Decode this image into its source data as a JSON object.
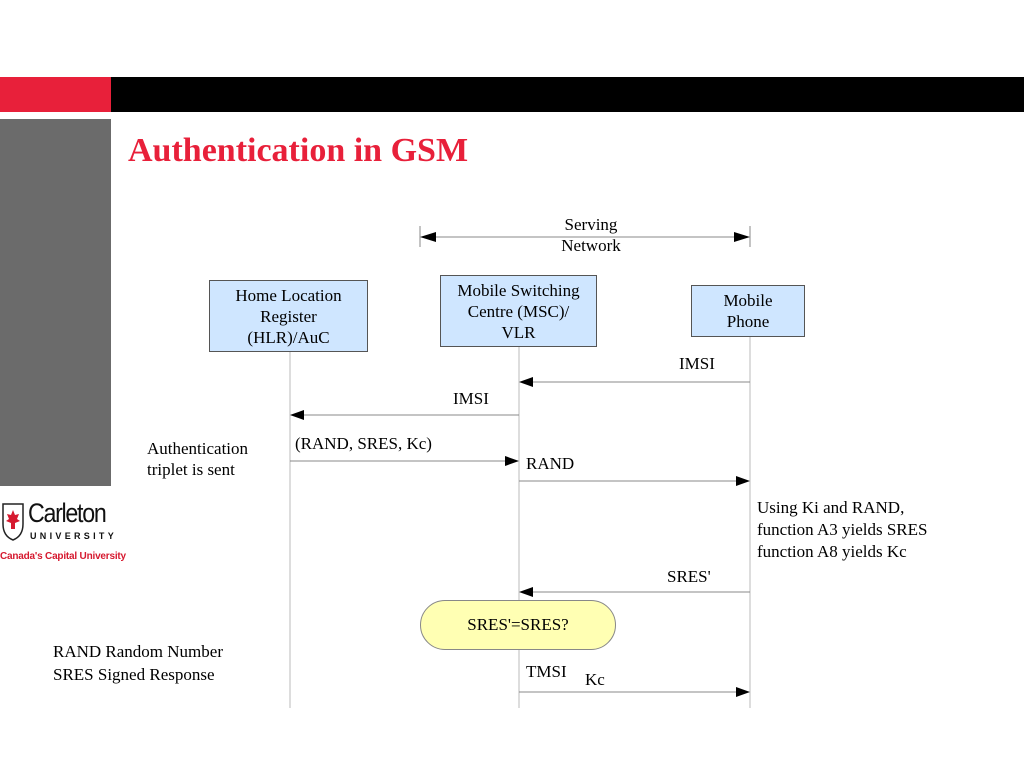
{
  "slide": {
    "title": "Authentication in GSM"
  },
  "logo": {
    "name": "Carleton",
    "university": "UNIVERSITY",
    "tagline": "Canada's Capital University"
  },
  "diagram": {
    "serving_network": {
      "line1": "Serving",
      "line2": "Network"
    },
    "entities": {
      "hlr": {
        "line1": "Home Location",
        "line2": "Register",
        "line3": "(HLR)/AuC"
      },
      "msc": {
        "line1": "Mobile Switching",
        "line2": "Centre (MSC)/",
        "line3": "VLR"
      },
      "phone": {
        "line1": "Mobile",
        "line2": "Phone"
      }
    },
    "messages": {
      "imsi_phone_to_msc": "IMSI",
      "imsi_msc_to_hlr": "IMSI",
      "triplet": "(RAND, SRES, Kc)",
      "rand": "RAND",
      "sres_prime": "SRES'",
      "tmsi": "TMSI",
      "kc_subscript": "Kc"
    },
    "notes": {
      "triplet_note_line1": "Authentication",
      "triplet_note_line2": "triplet is sent",
      "phone_note_line1": "Using Ki and RAND,",
      "phone_note_line2": "function A3 yields SRES",
      "phone_note_line3": "function A8 yields Kc"
    },
    "check": "SRES'=SRES?",
    "legend": {
      "line1": "RAND Random Number",
      "line2": "SRES Signed Response"
    }
  },
  "colors": {
    "accent_red": "#e8203a",
    "entity_fill": "#cfe6ff",
    "check_fill": "#ffffb3"
  }
}
